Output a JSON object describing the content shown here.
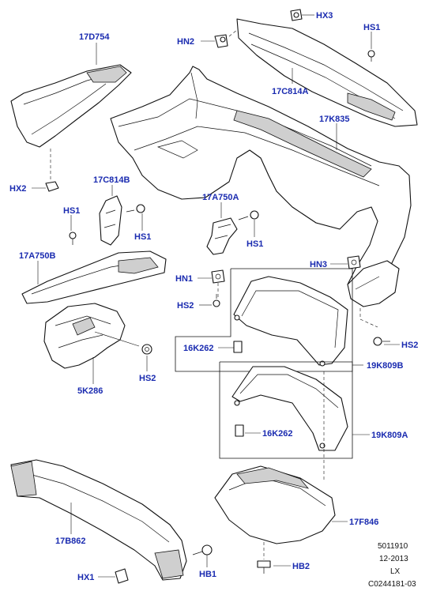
{
  "labels": {
    "p17D754": "17D754",
    "hn2": "HN2",
    "hx3": "HX3",
    "hs1_top": "HS1",
    "p17C814A": "17C814A",
    "p17K835": "17K835",
    "hx2": "HX2",
    "p17C814B": "17C814B",
    "hs1_left": "HS1",
    "hs1_mid": "HS1",
    "p17A750A": "17A750A",
    "hs1_right": "HS1",
    "p17A750B": "17A750B",
    "hn3": "HN3",
    "hn1": "HN1",
    "hs2_mid": "HS2",
    "hs2_right": "HS2",
    "p16K262_top": "16K262",
    "p19K809B": "19K809B",
    "hs2_left": "HS2",
    "p5K286": "5K286",
    "p16K262_bot": "16K262",
    "p19K809A": "19K809A",
    "p17F846": "17F846",
    "p17B862": "17B862",
    "hx1": "HX1",
    "hb1": "HB1",
    "hb2": "HB2"
  },
  "footer": {
    "ref": "5011910",
    "date": "12-2013",
    "model": "LX",
    "drawing": "C0244181-03"
  }
}
